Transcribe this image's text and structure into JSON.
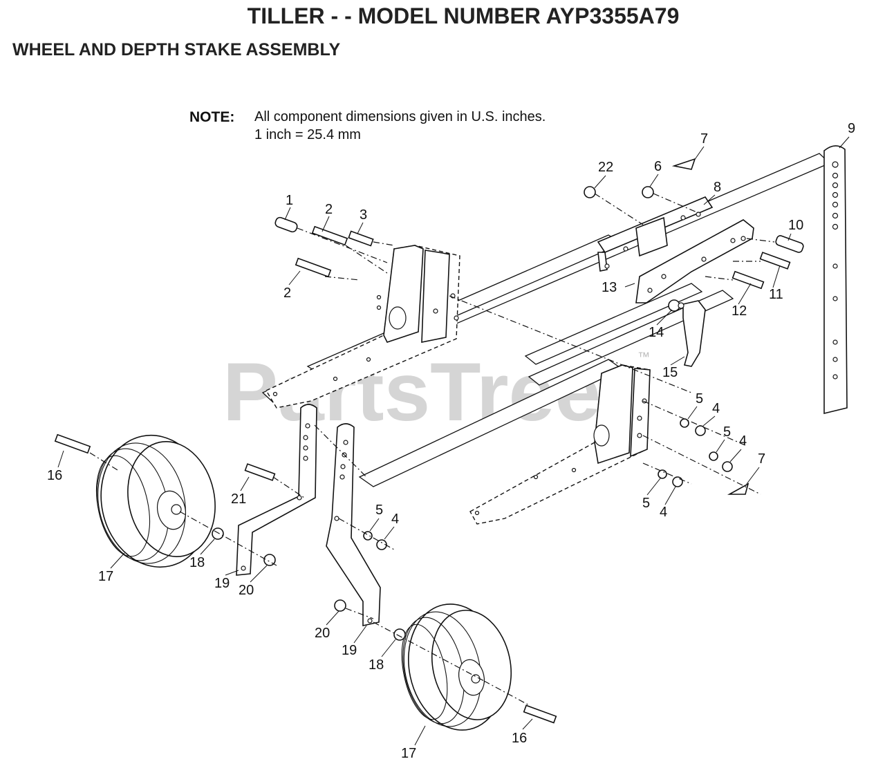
{
  "header": {
    "title": "TILLER - - MODEL NUMBER AYP3355A79",
    "subtitle": "WHEEL AND DEPTH STAKE ASSEMBLY"
  },
  "note": {
    "label": "NOTE:",
    "line1": "All component dimensions given in U.S. inches.",
    "line2": "1 inch = 25.4 mm"
  },
  "watermark": {
    "text": "PartsTree",
    "trademark": "™"
  },
  "callouts": {
    "c1": "1",
    "c2a": "2",
    "c2b": "2",
    "c3": "3",
    "c4a": "4",
    "c4b": "4",
    "c4c": "4",
    "c4d": "4",
    "c5a": "5",
    "c5b": "5",
    "c5c": "5",
    "c5d": "5",
    "c6": "6",
    "c7a": "7",
    "c7b": "7",
    "c8": "8",
    "c9": "9",
    "c10": "10",
    "c11": "11",
    "c12": "12",
    "c13": "13",
    "c14": "14",
    "c15": "15",
    "c16a": "16",
    "c16b": "16",
    "c17a": "17",
    "c17b": "17",
    "c18a": "18",
    "c18b": "18",
    "c19a": "19",
    "c19b": "19",
    "c20a": "20",
    "c20b": "20",
    "c21": "21",
    "c22": "22"
  }
}
